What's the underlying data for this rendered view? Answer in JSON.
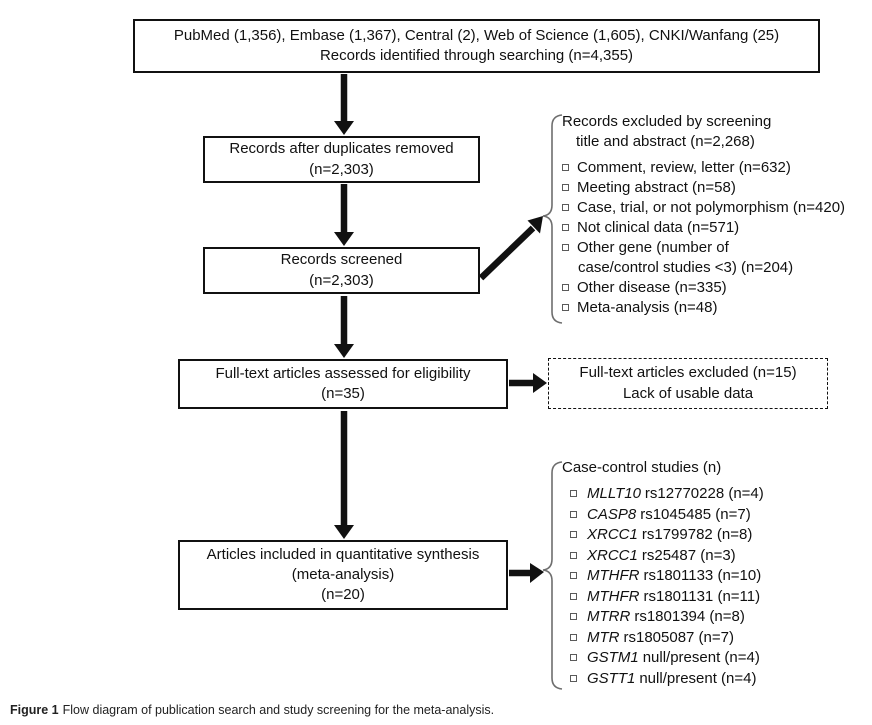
{
  "diagram": {
    "boxes": {
      "identified": {
        "line1": "PubMed (1,356), Embase (1,367), Central (2), Web of Science (1,605), CNKI/Wanfang (25)",
        "line2": "Records identified through searching (n=4,355)"
      },
      "duplicates_removed": {
        "line1": "Records after duplicates removed",
        "line2": "(n=2,303)"
      },
      "screened": {
        "line1": "Records screened",
        "line2": "(n=2,303)"
      },
      "fulltext_assessed": {
        "line1": "Full-text articles assessed for eligibility",
        "line2": "(n=35)"
      },
      "included": {
        "line1": "Articles included in quantitative synthesis",
        "line2": "(meta-analysis)",
        "line3": "(n=20)"
      },
      "fulltext_excluded": {
        "line1": "Full-text articles excluded (n=15)",
        "line2": "Lack of usable data"
      }
    },
    "excluded_list": {
      "header_line1": "Records excluded by screening",
      "header_line2": "title and abstract (n=2,268)",
      "items": [
        {
          "label": "Comment, review, letter (n=632)"
        },
        {
          "label": "Meeting abstract (n=58)"
        },
        {
          "label": "Case, trial, or not polymorphism (n=420)"
        },
        {
          "label": "Not clinical data (n=571)"
        },
        {
          "label": "Other gene (number of\ncase/control studies <3) (n=204)"
        },
        {
          "label": "Other disease (n=335)"
        },
        {
          "label": "Meta-analysis (n=48)"
        }
      ]
    },
    "case_control_list": {
      "header": "Case-control studies (n)",
      "items": [
        {
          "gene": "MLLT10",
          "rest": "rs12770228 (n=4)"
        },
        {
          "gene": "CASP8",
          "rest": "rs1045485 (n=7)"
        },
        {
          "gene": "XRCC1",
          "rest": "rs1799782 (n=8)"
        },
        {
          "gene": "XRCC1",
          "rest": "rs25487 (n=3)"
        },
        {
          "gene": "MTHFR",
          "rest": "rs1801133 (n=10)"
        },
        {
          "gene": "MTHFR",
          "rest": "rs1801131 (n=11)"
        },
        {
          "gene": "MTRR",
          "rest": "rs1801394 (n=8)"
        },
        {
          "gene": "MTR",
          "rest": "rs1805087 (n=7)"
        },
        {
          "gene": "GSTM1",
          "rest": "null/present (n=4)"
        },
        {
          "gene": "GSTT1",
          "rest": "null/present (n=4)"
        }
      ]
    },
    "caption": {
      "label": "Figure 1",
      "text": "Flow diagram of publication search and study screening for the meta-analysis."
    },
    "colors": {
      "ink": "#111111",
      "brace": "#6e6e6e",
      "background": "#ffffff"
    }
  }
}
